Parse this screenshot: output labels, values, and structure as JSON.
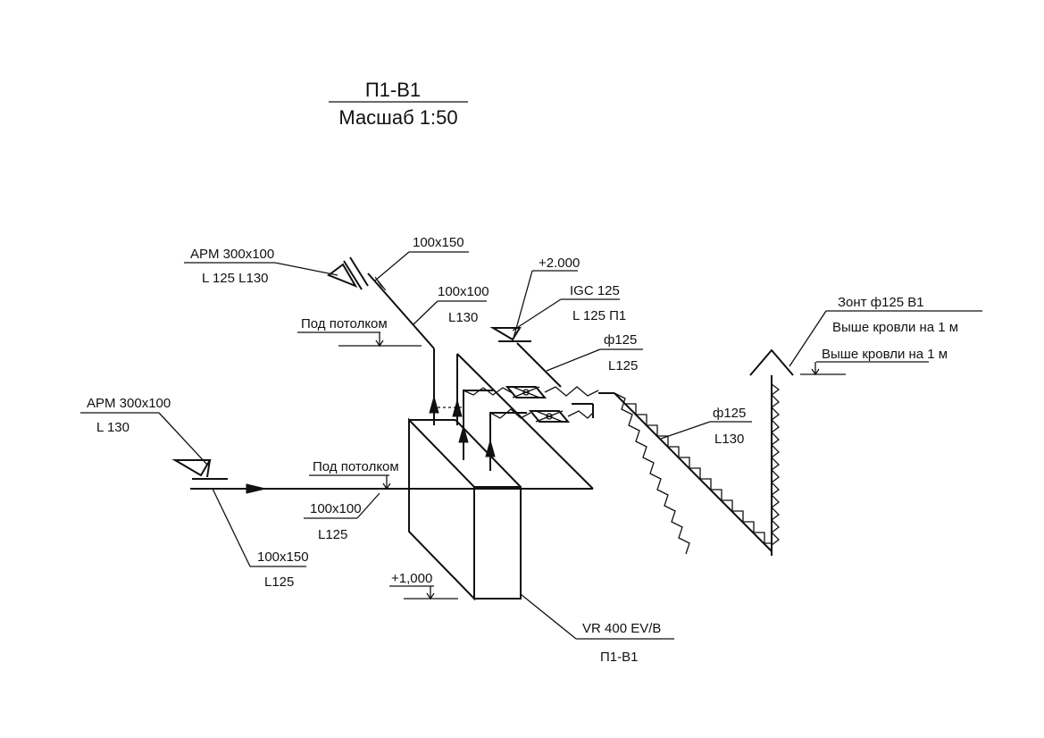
{
  "title": {
    "main": "П1-В1",
    "scale": "Масшаб 1:50"
  },
  "labels": {
    "apm_top_1": "APM 300x100",
    "apm_top_2": "L 125 L130",
    "duct_100x150_top": "100x150",
    "duct_100x100_top_1": "100x100",
    "duct_100x100_top_2": "L130",
    "under_ceiling_top": "Под потолком",
    "elev_2000": "+2.000",
    "igc_1": "IGC 125",
    "igc_2": "L 125 П1",
    "d125_top_1": "ф125",
    "d125_top_2": "L125",
    "umbrella_1": "Зонт ф125 В1",
    "umbrella_2": "Выше кровли на 1 м",
    "umbrella_3": "Выше кровли на 1 м",
    "apm_left_1": "APM 300x100",
    "apm_left_2": "L 130",
    "under_ceiling_mid": "Под потолком",
    "duct_100x100_mid_1": "100x100",
    "duct_100x100_mid_2": "L125",
    "d125_right_1": "ф125",
    "d125_right_2": "L130",
    "duct_100x150_bot_1": "100x150",
    "duct_100x150_bot_2": "L125",
    "elev_1000": "+1,000",
    "unit_1": "VR 400 EV/B",
    "unit_2": "П1-В1"
  }
}
